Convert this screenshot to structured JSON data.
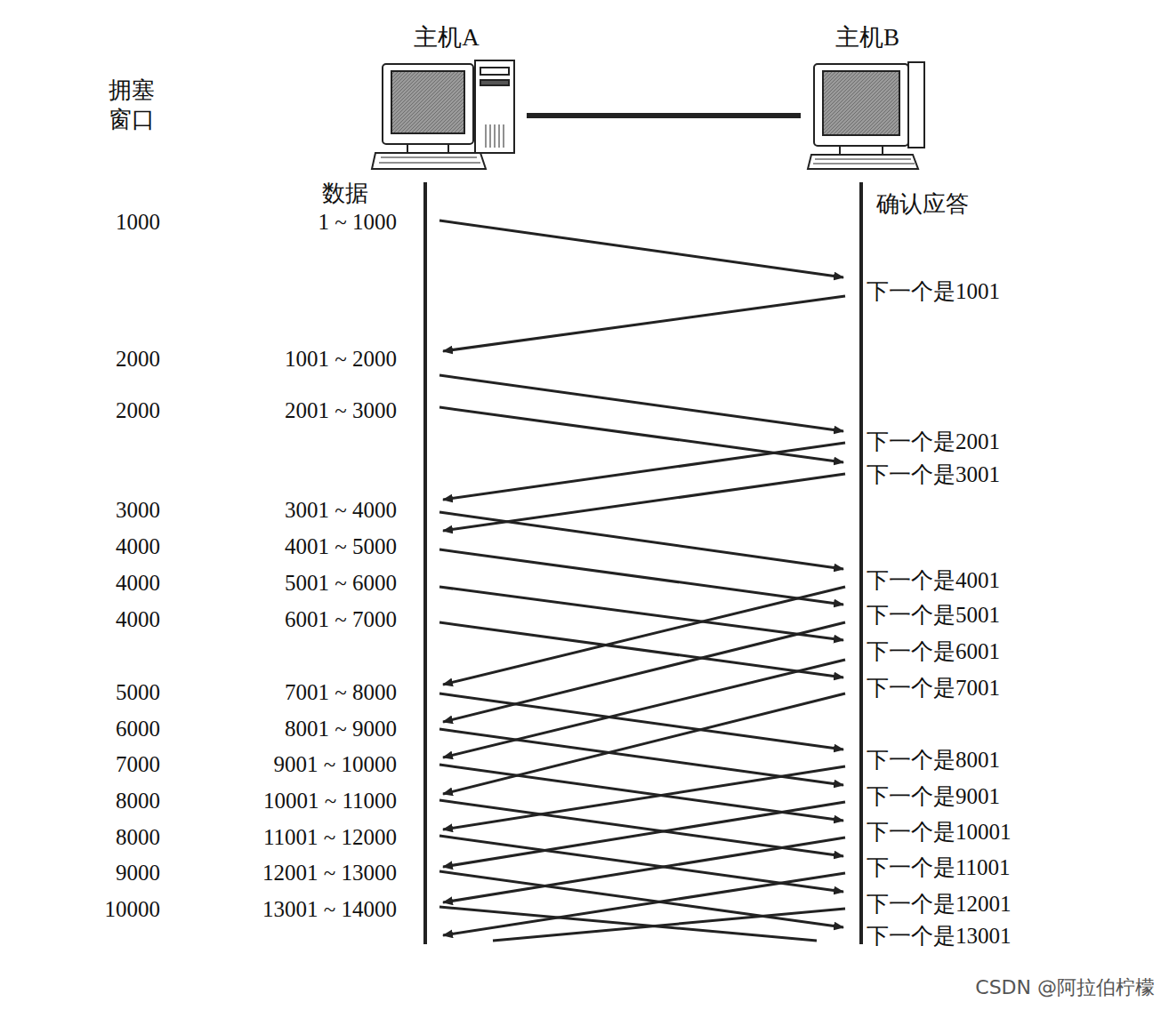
{
  "diagram": {
    "nodes": [
      {
        "text": [
          "主机A"
        ]
      },
      {
        "text": [
          "主机B"
        ]
      }
    ],
    "edges": [
      {
        "from": 0,
        "to": 1,
        "arrow": "none"
      }
    ],
    "labels": [
      "拥塞 窗口",
      "数据",
      "确认应答",
      "1000",
      "2000",
      "2000",
      "3000",
      "4000",
      "4000",
      "4000",
      "5000",
      "6000",
      "7000",
      "8000",
      "8000",
      "9000",
      "10000",
      "1 ~ 1000",
      "1001 ~ 2000",
      "2001 ~ 3000",
      "3001 ~ 4000",
      "4001 ~ 5000",
      "5001 ~ 6000",
      "6001 ~ 7000",
      "7001 ~ 8000",
      "8001 ~ 9000",
      "9001 ~ 10000",
      "10001 ~ 11000",
      "11001 ~ 12000",
      "12001 ~ 13000",
      "13001 ~ 14000",
      "下一个是1001",
      "下一个是2001",
      "下一个是3001",
      "下一个是4001",
      "下一个是5001",
      "下一个是6001",
      "下一个是7001",
      "下一个是8001",
      "下一个是9001",
      "下一个是10001",
      "下一个是11001",
      "下一个是12001",
      "下一个是13001",
      "CSDN @阿拉伯柠檬"
    ]
  }
}
